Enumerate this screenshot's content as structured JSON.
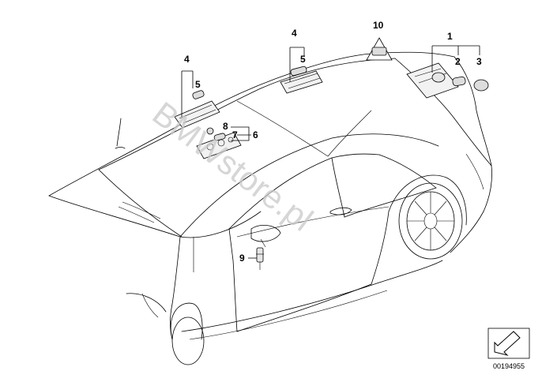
{
  "diagram": {
    "callouts": [
      {
        "id": "callout-1",
        "text": "1"
      },
      {
        "id": "callout-2",
        "text": "2"
      },
      {
        "id": "callout-3",
        "text": "3"
      },
      {
        "id": "callout-4a",
        "text": "4"
      },
      {
        "id": "callout-5a",
        "text": "5"
      },
      {
        "id": "callout-4b",
        "text": "4"
      },
      {
        "id": "callout-5b",
        "text": "5"
      },
      {
        "id": "callout-6",
        "text": "6"
      },
      {
        "id": "callout-7",
        "text": "7"
      },
      {
        "id": "callout-8",
        "text": "8"
      },
      {
        "id": "callout-9",
        "text": "9"
      },
      {
        "id": "callout-10",
        "text": "10"
      }
    ],
    "watermark": "BMWstore.pl",
    "document_number": "00194955",
    "colors": {
      "line": "#000000",
      "watermark": "#c8c8c8",
      "background": "#ffffff"
    }
  }
}
